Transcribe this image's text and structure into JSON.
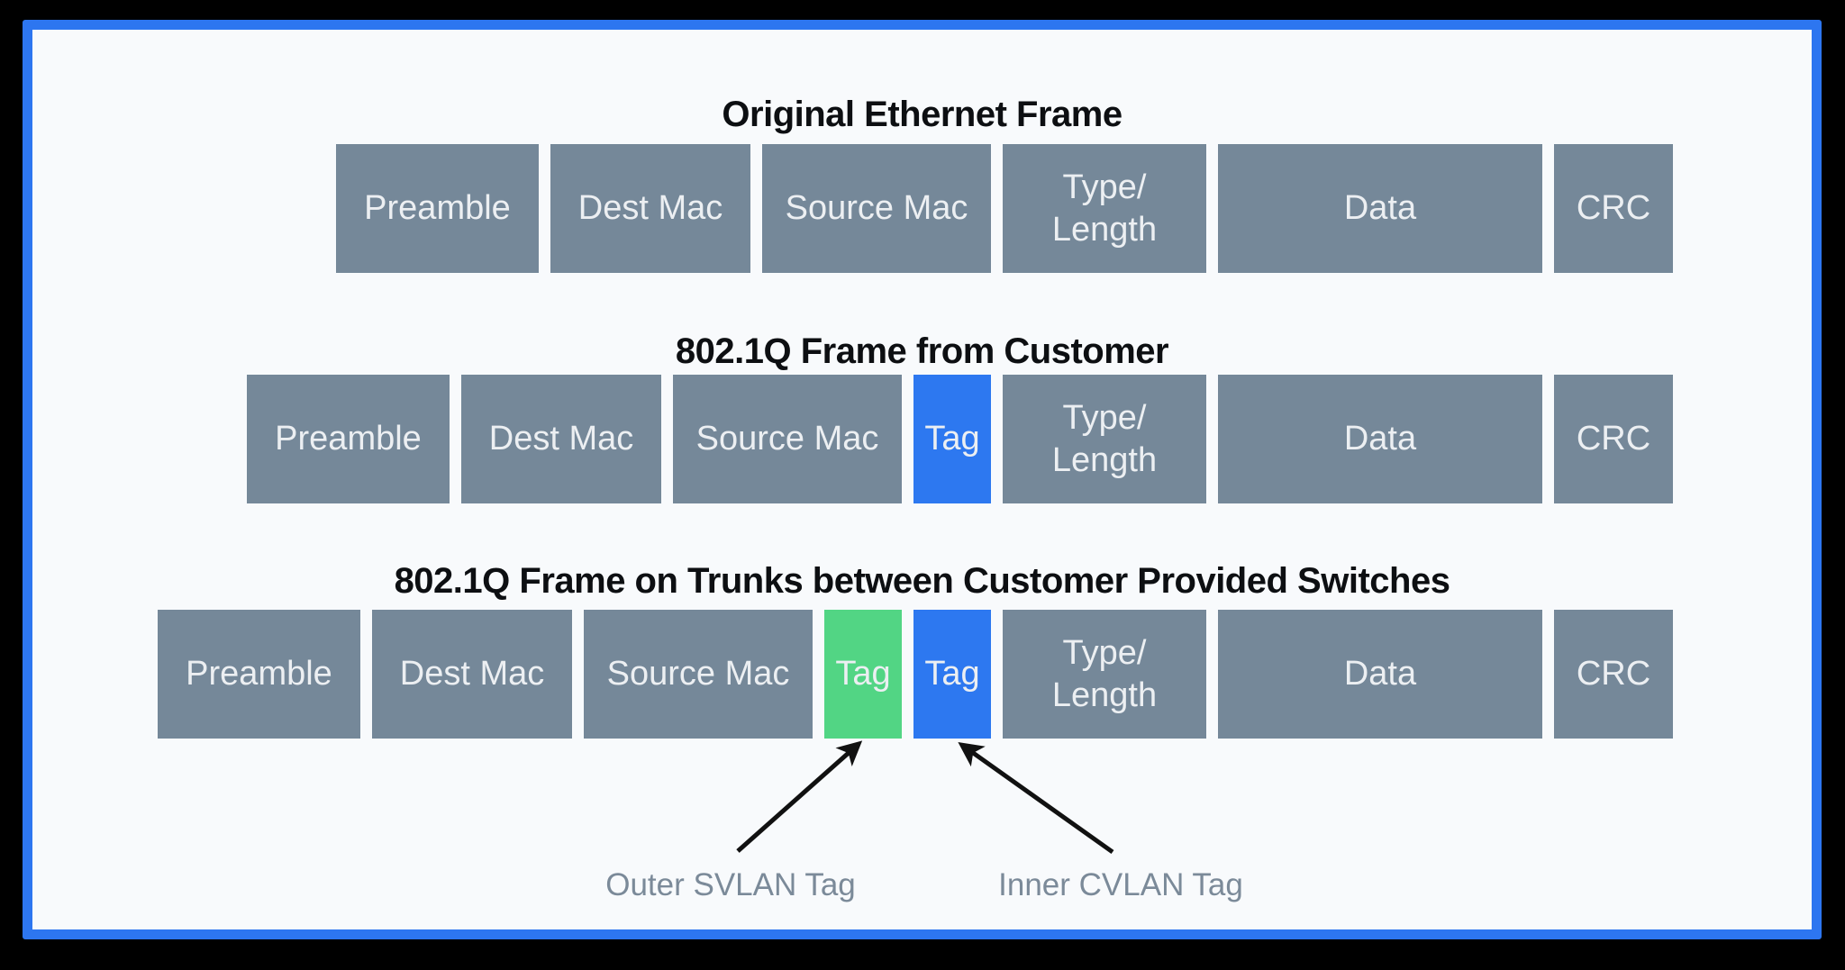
{
  "page": {
    "outer_background": "#000000",
    "card_border_color": "#2D76F0",
    "card_background": "#F8FAFC"
  },
  "colors": {
    "field_gray": "#758899",
    "tag_cvlan_blue": "#2D78F0",
    "tag_svlan_green": "#52D584",
    "field_text": "#ECEFF2",
    "title_text": "#0D0F12",
    "annotation_text": "#7B8A99",
    "arrow": "#111111"
  },
  "frames": [
    {
      "title": "Original Ethernet Frame",
      "fields": [
        {
          "label": "Preamble",
          "kind": "plain"
        },
        {
          "label": "Dest Mac",
          "kind": "plain"
        },
        {
          "label": "Source Mac",
          "kind": "plain"
        },
        {
          "label": "Type/\nLength",
          "kind": "plain"
        },
        {
          "label": "Data",
          "kind": "plain"
        },
        {
          "label": "CRC",
          "kind": "plain"
        }
      ]
    },
    {
      "title": "802.1Q Frame from Customer",
      "fields": [
        {
          "label": "Preamble",
          "kind": "plain"
        },
        {
          "label": "Dest Mac",
          "kind": "plain"
        },
        {
          "label": "Source Mac",
          "kind": "plain"
        },
        {
          "label": "Tag",
          "kind": "cvlan"
        },
        {
          "label": "Type/\nLength",
          "kind": "plain"
        },
        {
          "label": "Data",
          "kind": "plain"
        },
        {
          "label": "CRC",
          "kind": "plain"
        }
      ]
    },
    {
      "title": "802.1Q Frame on Trunks between Customer Provided Switches",
      "fields": [
        {
          "label": "Preamble",
          "kind": "plain"
        },
        {
          "label": "Dest Mac",
          "kind": "plain"
        },
        {
          "label": "Source Mac",
          "kind": "plain"
        },
        {
          "label": "Tag",
          "kind": "svlan"
        },
        {
          "label": "Tag",
          "kind": "cvlan"
        },
        {
          "label": "Type/\nLength",
          "kind": "plain"
        },
        {
          "label": "Data",
          "kind": "plain"
        },
        {
          "label": "CRC",
          "kind": "plain"
        }
      ]
    }
  ],
  "annotations": [
    {
      "label": "Outer SVLAN Tag",
      "target": "svlan-tag"
    },
    {
      "label": "Inner CVLAN Tag",
      "target": "cvlan-tag"
    }
  ]
}
